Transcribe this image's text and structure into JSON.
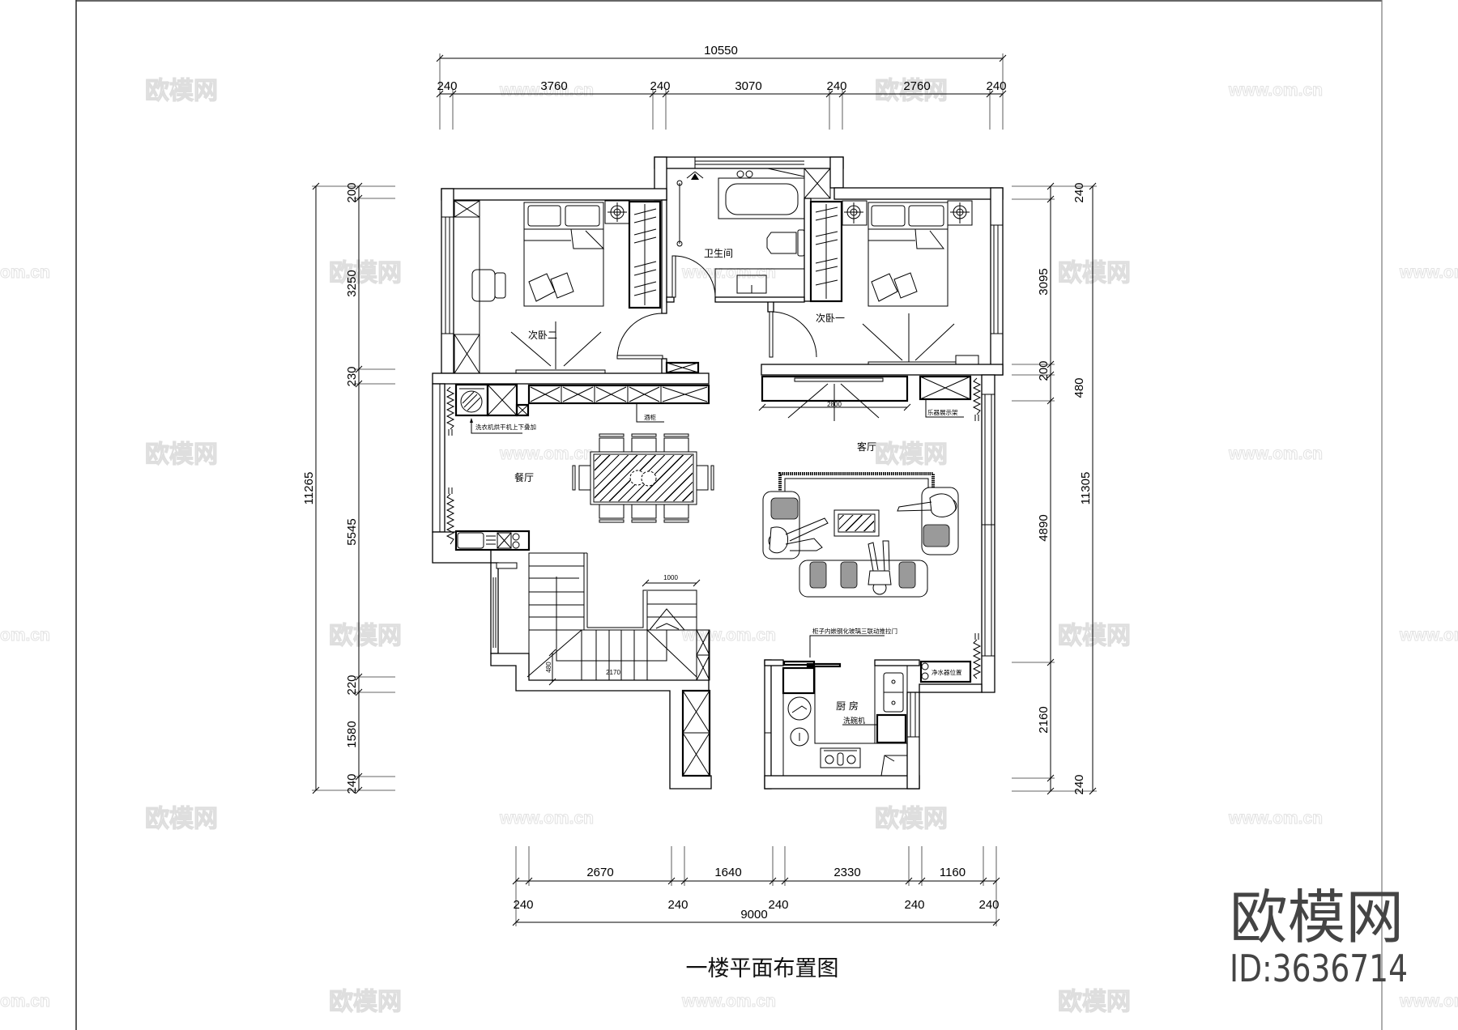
{
  "title": "一楼平面布置图",
  "rooms": {
    "bedroom_2": "次卧二",
    "bathroom": "卫生间",
    "bedroom_1": "次卧一",
    "dining": "餐厅",
    "living": "客厅",
    "kitchen": "厨 房"
  },
  "annotations": {
    "washer_dryer": "洗衣机烘干机上下叠加",
    "wine_cabinet": "酒柜",
    "instrument_shelf": "乐器展示架",
    "sliding_door": "柜子内嵌钢化玻璃三联动推拉门",
    "dishwasher": "洗碗机",
    "water_purifier": "净水器位置",
    "tv_wall_length": "2800",
    "stair_width": "1000",
    "stair_run": "2170",
    "stair_offset": "480"
  },
  "dimensions": {
    "top": {
      "total": "10550",
      "segments": [
        "240",
        "3760",
        "240",
        "3070",
        "240",
        "2760",
        "240"
      ]
    },
    "left": {
      "total": "11265",
      "segments": [
        "200",
        "3250",
        "230",
        "5545",
        "220",
        "1580",
        "240"
      ]
    },
    "right": {
      "total": "11305",
      "segments": [
        "240",
        "3095",
        "200",
        "480",
        "4890",
        "2160",
        "240"
      ]
    },
    "bottom": {
      "total": "9000",
      "clear_spans": [
        "2670",
        "1640",
        "2330",
        "1160"
      ],
      "walls": [
        "240",
        "240",
        "240",
        "240",
        "240"
      ]
    }
  },
  "watermark": {
    "brand": "欧模网",
    "id": "ID:3636714",
    "site": "www.om.cn",
    "site_partial": "om.cn"
  }
}
